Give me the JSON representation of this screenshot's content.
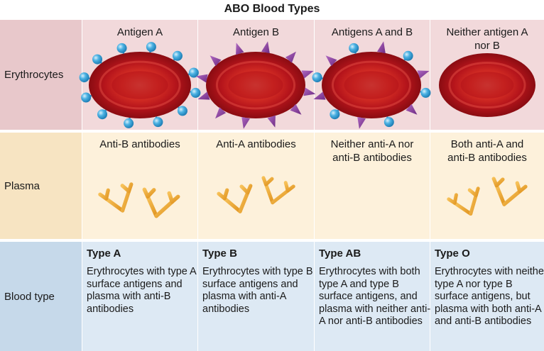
{
  "title": "ABO Blood Types",
  "row_labels": {
    "erythrocytes": "Erythrocytes",
    "plasma": "Plasma",
    "blood_type": "Blood type"
  },
  "columns": [
    {
      "antigen_label": "Antigen A",
      "antibody_label": "Anti-B antibodies",
      "type_name": "Type A",
      "type_description": "Erythrocytes with type A surface antigens and plasma with anti-B antibodies"
    },
    {
      "antigen_label": "Antigen B",
      "antibody_label": "Anti-A antibodies",
      "type_name": "Type B",
      "type_description": "Erythrocytes with type B surface antigens and plasma with anti-A antibodies"
    },
    {
      "antigen_label": "Antigens A and B",
      "antibody_label": "Neither anti-A nor anti-B antibodies",
      "type_name": "Type AB",
      "type_description": "Erythrocytes with both type A and type B surface antigens, and plasma with neither anti-A nor anti-B antibodies"
    },
    {
      "antigen_label": "Neither antigen A nor B",
      "antibody_label": "Both anti-A and anti-B antibodies",
      "type_name": "Type O",
      "type_description": "Erythrocytes with neither type A nor type B surface antigens, but plasma with both anti-A and anti-B antibodies"
    }
  ],
  "colors": {
    "erythrocyte_row": "#f2d9db",
    "plasma_row": "#fdf1db",
    "blood_type_row": "#dde9f4",
    "cell_red": "#c8151b",
    "antigen_a": "#3aa6db",
    "antigen_b": "#8e3fa0",
    "antibody": "#f0a830"
  }
}
